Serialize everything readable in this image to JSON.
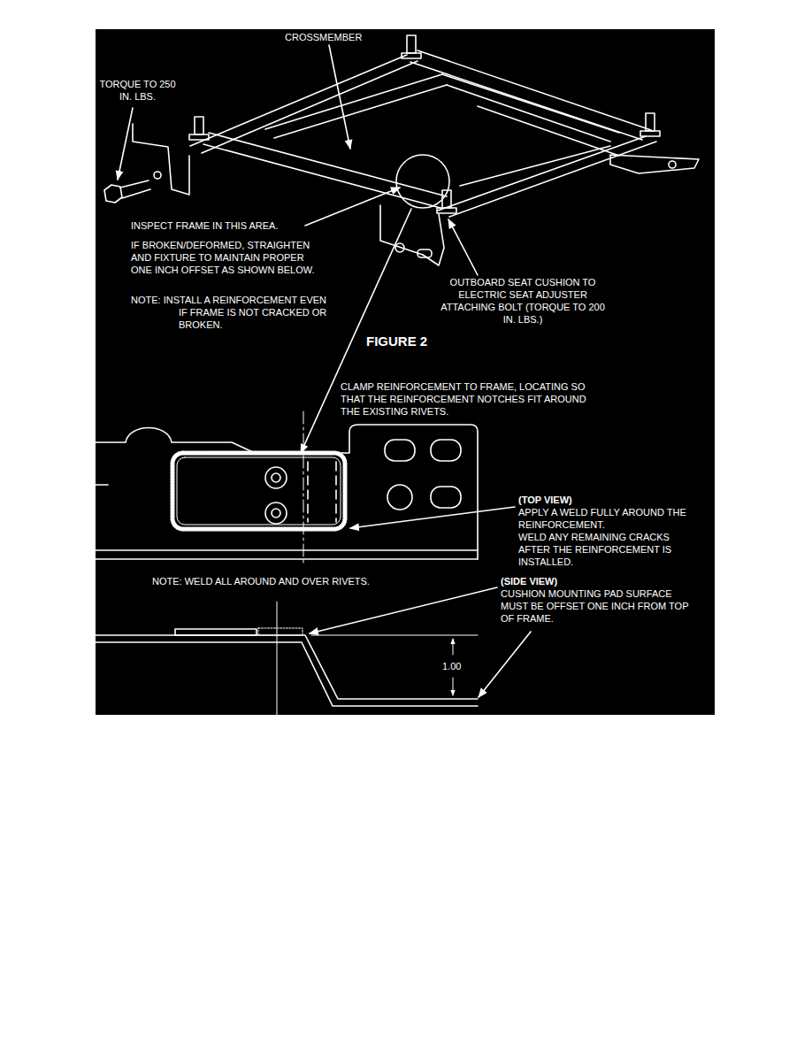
{
  "diagram": {
    "caption": "FIGURE 2",
    "labels": [
      "CROSSMEMBER",
      "TORQUE TO 250 IN. LBS.",
      "INSPECT FRAME IN THIS AREA.",
      "IF BROKEN/DEFORMED, STRAIGHTEN AND FIXTURE TO MAINTAIN PROPER ONE INCH OFFSET AS SHOWN BELOW.",
      "NOTE: INSTALL A REINFORCEMENT EVEN IF FRAME IS NOT CRACKED OR BROKEN.",
      "OUTBOARD SEAT CUSHION TO ELECTRIC SEAT ADJUSTER ATTACHING BOLT (TORQUE TO 200 IN. LBS.)",
      "CLAMP REINFORCEMENT TO FRAME, LOCATING SO THAT THE REINFORCEMENT NOTCHES FIT AROUND THE EXISTING RIVETS.",
      "(TOP VIEW)",
      "APPLY A WELD FULLY AROUND THE REINFORCEMENT.",
      "WELD ANY REMAINING CRACKS AFTER THE REINFORCEMENT IS INSTALLED.",
      "NOTE: WELD ALL AROUND AND OVER RIVETS.",
      "(SIDE VIEW)",
      "CUSHION MOUNTING PAD SURFACE MUST BE OFFSET ONE INCH FROM TOP OF FRAME.",
      "1.00"
    ]
  }
}
